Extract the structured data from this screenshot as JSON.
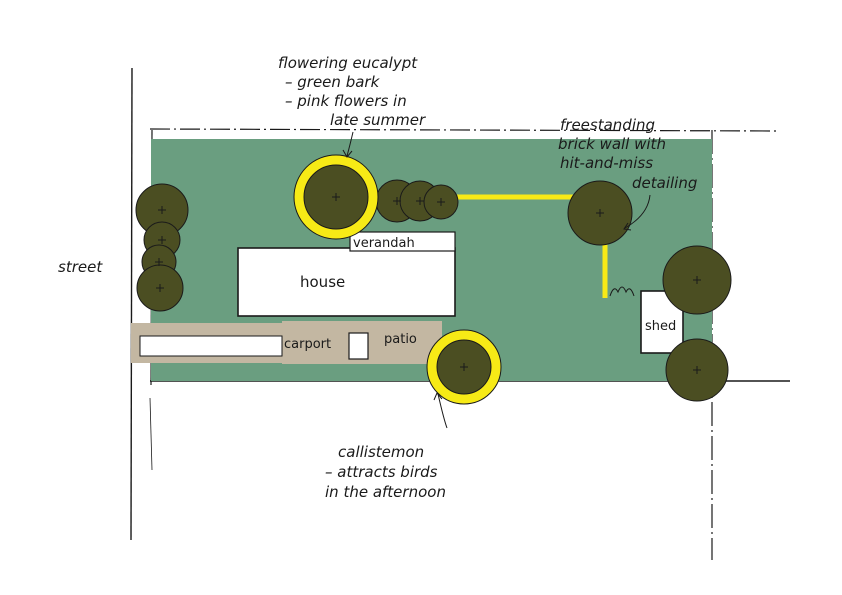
{
  "colors": {
    "lawn": "#6a9e80",
    "tree": "#4b4e22",
    "highlight": "#f7ea16",
    "paving": "#c3b7a2",
    "building": "#ffffff",
    "ink": "#1a1a1a"
  },
  "labels": {
    "street": "street",
    "house": "house",
    "verandah": "verandah",
    "carport": "carport",
    "patio": "patio",
    "shed": "shed"
  },
  "notes": {
    "eucalypt": [
      "flowering eucalypt",
      "– green bark",
      "– pink flowers in",
      "late summer"
    ],
    "wall": [
      "freestanding",
      "brick wall with",
      "hit-and-miss",
      "detailing"
    ],
    "callistemon": [
      "callistemon",
      "– attracts birds",
      "in the afternoon"
    ]
  }
}
